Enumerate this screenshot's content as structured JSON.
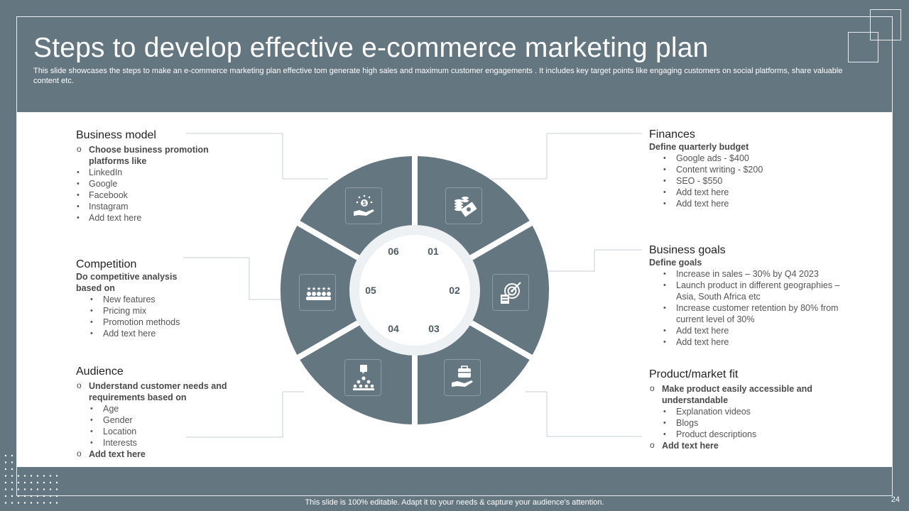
{
  "slide": {
    "title": "Steps to develop effective e-commerce marketing plan",
    "subtitle": "This slide showcases the steps to make an e-commerce marketing plan effective tom generate high sales and maximum customer engagements . It includes key target points like engaging customers on social platforms, share valuable content etc.",
    "footer": "This slide is 100% editable. Adapt it to your needs & capture your audience’s attention.",
    "page_number": "24"
  },
  "colors": {
    "background": "#64767f",
    "panel": "#ffffff",
    "segment": "#64767f",
    "center": "#ffffff",
    "text": "#555555"
  },
  "diagram": {
    "segments": [
      {
        "number": "01",
        "icon": "money-icon"
      },
      {
        "number": "02",
        "icon": "target-icon"
      },
      {
        "number": "03",
        "icon": "briefcase-hand-icon"
      },
      {
        "number": "04",
        "icon": "team-idea-icon"
      },
      {
        "number": "05",
        "icon": "rating-group-icon"
      },
      {
        "number": "06",
        "icon": "dollar-hand-icon"
      }
    ]
  },
  "finances": {
    "title": "Finances",
    "subtitle": "Define quarterly budget",
    "items": [
      "Google ads - $400",
      "Content writing -   $200",
      "SEO - $550",
      "Add text here",
      "Add text here"
    ]
  },
  "business_goals": {
    "title": "Business goals",
    "subtitle": "Define  goals",
    "items": [
      "Increase in sales – 30% by Q4 2023",
      "Launch product in different geographies – Asia, South Africa etc",
      "Increase customer retention by  80% from current level of 30%",
      "Add text here",
      "Add text here"
    ]
  },
  "product_market_fit": {
    "title": "Product/market fit",
    "point1": "Make product easily accessible and understandable",
    "items": [
      "Explanation videos",
      "Blogs",
      "Product descriptions"
    ],
    "point2": "Add text here"
  },
  "business_model": {
    "title": "Business model",
    "point1": "Choose business promotion platforms like",
    "items": [
      "LinkedIn",
      "Google",
      "Facebook",
      "Instagram",
      "Add text here"
    ]
  },
  "competition": {
    "title": "Competition",
    "subtitle": "Do competitive analysis based on",
    "items": [
      "New features",
      "Pricing mix",
      "Promotion methods",
      "Add text here"
    ]
  },
  "audience": {
    "title": "Audience",
    "point1": "Understand customer needs and requirements based on",
    "items": [
      "Age",
      "Gender",
      "Location",
      "Interests"
    ],
    "point2": "Add text here"
  }
}
